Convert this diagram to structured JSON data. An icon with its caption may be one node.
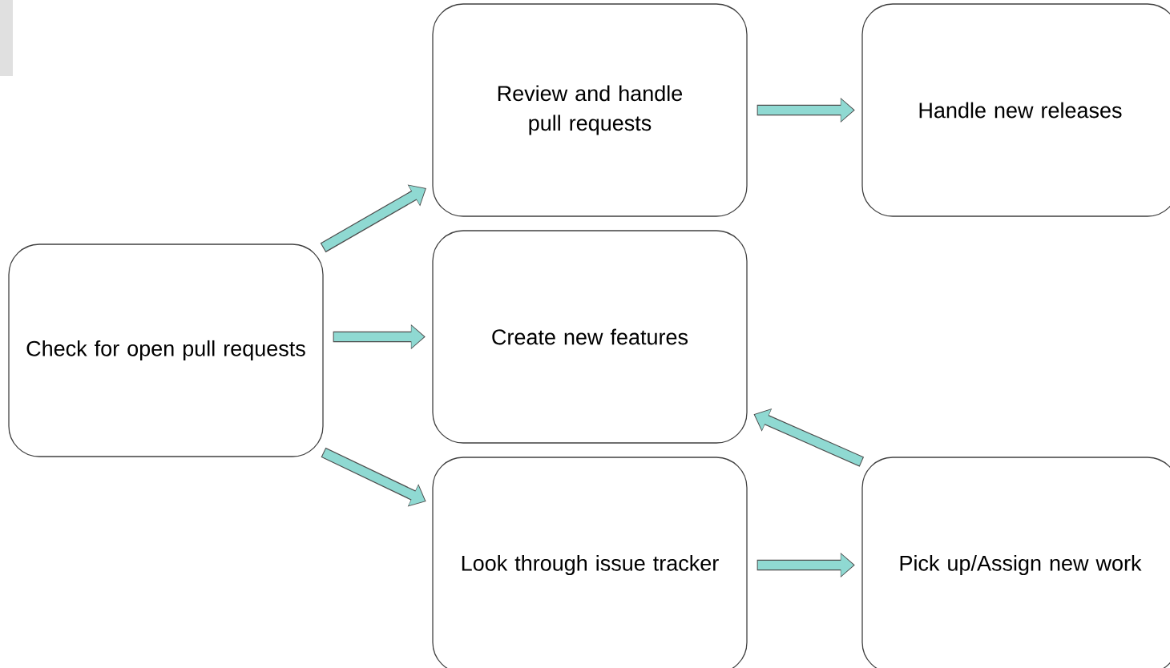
{
  "diagram": {
    "nodes": [
      {
        "text": [
          "Check for open pull requests"
        ]
      },
      {
        "text": [
          "Review and handle pull requests"
        ]
      },
      {
        "text": [
          "Handle new releases"
        ]
      },
      {
        "text": [
          "Create new features"
        ]
      },
      {
        "text": [
          "Look through issue tracker"
        ]
      },
      {
        "text": [
          "Pick up/Assign new work"
        ]
      }
    ],
    "edges": [
      {
        "from": 0,
        "to": 1,
        "arrow": "to"
      },
      {
        "from": 1,
        "to": 2,
        "arrow": "to"
      },
      {
        "from": 0,
        "to": 3,
        "arrow": "to"
      },
      {
        "from": 0,
        "to": 4,
        "arrow": "to"
      },
      {
        "from": 4,
        "to": 5,
        "arrow": "to"
      },
      {
        "from": 5,
        "to": 3,
        "arrow": "to"
      }
    ]
  }
}
